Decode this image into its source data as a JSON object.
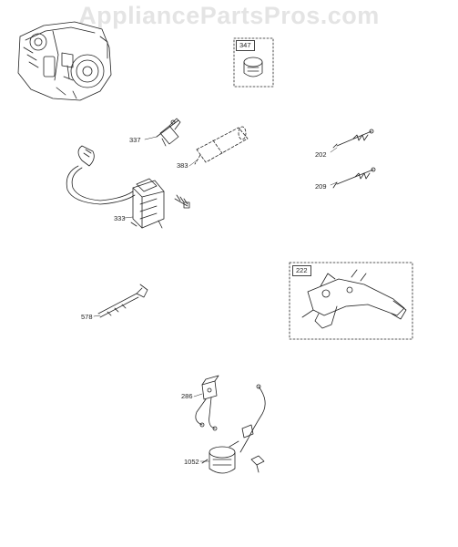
{
  "watermark": "AppliancePartsPros.com",
  "callouts": {
    "p347": "347",
    "p337": "337",
    "p383": "383",
    "p202": "202",
    "p209": "209",
    "p333": "333",
    "p222": "222",
    "p578": "578",
    "p286": "286",
    "p1052": "1052"
  }
}
